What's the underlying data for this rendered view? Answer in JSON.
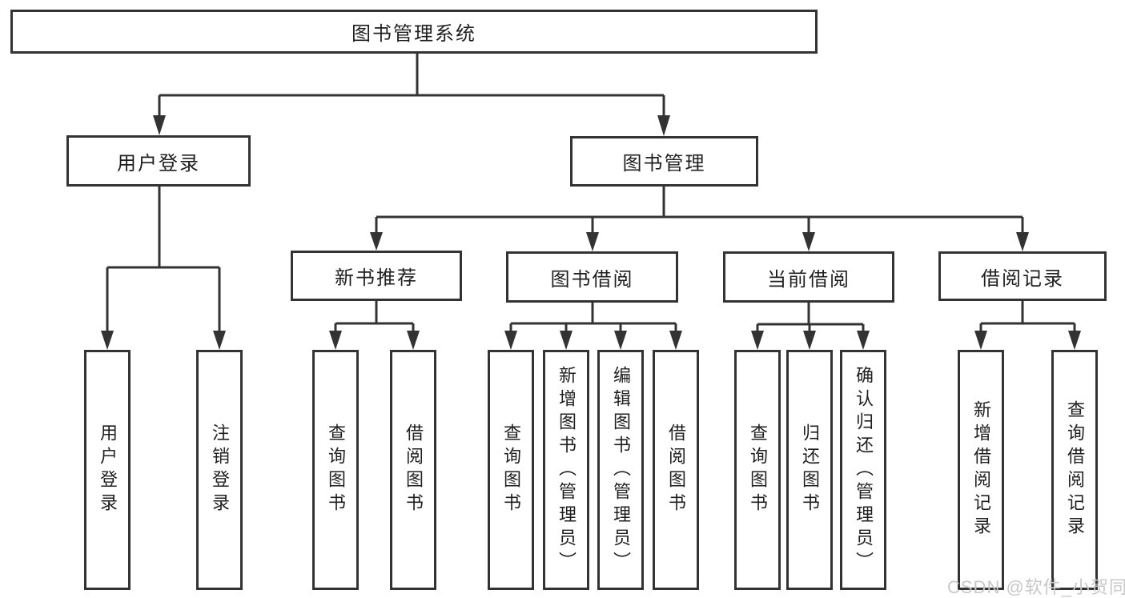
{
  "nodes": {
    "root": "图书管理系统",
    "user_login": "用户登录",
    "book_mgmt": "图书管理",
    "ul_children": [
      "用户登录",
      "注销登录"
    ],
    "groups": [
      {
        "label": "新书推荐",
        "children": [
          "查询图书",
          "借阅图书"
        ]
      },
      {
        "label": "图书借阅",
        "children": [
          "查询图书",
          "新增图书（管理员）",
          "编辑图书（管理员）",
          "借阅图书"
        ]
      },
      {
        "label": "当前借阅",
        "children": [
          "查询图书",
          "归还图书",
          "确认归还（管理员）"
        ]
      },
      {
        "label": "借阅记录",
        "children": [
          "新增借阅记录",
          "查询借阅记录"
        ]
      }
    ]
  },
  "watermark": "CSDN @软件_小贺同学",
  "colors": {
    "line": "#333333",
    "text": "#1f1f1f",
    "background": "#ffffff",
    "watermark": "#c8c8c8"
  }
}
